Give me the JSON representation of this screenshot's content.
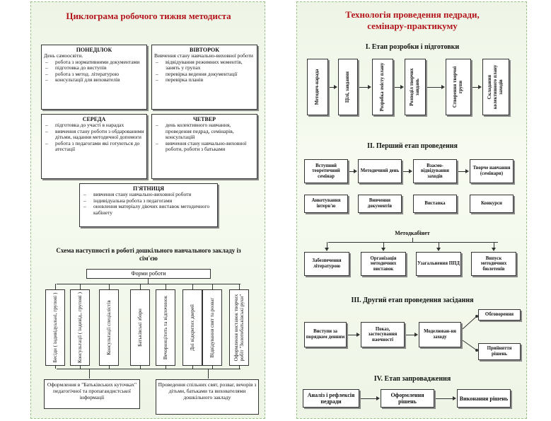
{
  "left": {
    "title": "Циклограма робочого тижня методиста",
    "days": {
      "mon": {
        "title": "ПОНЕДІЛОК",
        "lead": "День самоосвіти.",
        "items": [
          "робота з нормативними документами",
          "підготовка до виступів",
          "робота з метод. літературою",
          "консультації для вихователів"
        ]
      },
      "tue": {
        "title": "ВІВТОРОК",
        "lead": "Вивчення стану навчально-виховної роботи",
        "items": [
          "відвідування режимних моментів, занять у групах",
          "перевірка ведення документації",
          "перевірка планів"
        ]
      },
      "wed": {
        "title": "СЕРЕДА",
        "lead": "",
        "items": [
          "підготовка до участі в нарадах",
          "вивчення стану роботи з обдарованими дітьми, надання методичної допомоги",
          "робота з педагогами які готуються до атестації"
        ]
      },
      "thu": {
        "title": "ЧЕТВЕР",
        "lead": "",
        "items": [
          "день колективного навчання, проведення педрад, семінарів, консультацій",
          "вивчення стану навчально-виховної роботи, роботи з батьками"
        ]
      },
      "fri": {
        "title": "П'ЯТНИЦЯ",
        "items": [
          "вивчення стану навчально-виховної роботи",
          "індивідуальна робота з педагогами",
          "оновлення матеріалу діючих виставок методичного кабінету"
        ]
      }
    },
    "scheme_title": "Схема наступності в роботі дошкільного навчального закладу із сім'єю",
    "forms_label": "Форми роботи",
    "forms": [
      "Бесіди ( індивідуальні, групові )",
      "Консультації ( індивід., групові )",
      "Консультації спеціалістів",
      "Батьківські збори",
      "Вечорницітить та відпочинок",
      "Дні відкритих дверей",
      "Відвідування свят та розваг",
      "Оформлення виставок творчих робіт \"Золотобатьківські руки\""
    ],
    "bottom_left": "Оформлення в \"Батьківських куточках\" педагогічної та пропагандистської інформації",
    "bottom_right": "Проведення спільних свят, розваг, вечорів з дітьми, батьками та вихователями дошкільного закладу"
  },
  "right": {
    "title": "Технологія проведення педради, семінару-практикуму",
    "stage1": {
      "title": "I. Етап розробки і підготовки",
      "steps": [
        "Методич-нарада",
        "Цілі, завдання",
        "Розробка змісту плану",
        "Розподіл творчих завдань",
        "Створення творчої групи",
        "Складання колективного плану заходів"
      ]
    },
    "stage2": {
      "title": "II. Перший етап проведення",
      "row1": [
        "Вступний теоретичний семінар",
        "Методичний день",
        "Взаємо-відвідування заходів",
        "Творче навчання (семінари)"
      ],
      "row2": [
        "Анкетування інтерв'ю",
        "Вивчення документів",
        "Виставка",
        "Конкурси"
      ],
      "cabinet": "Методкабінет",
      "row3": [
        "Забезпечення літературою",
        "Організація методичних виставок",
        "Узагальнення ППД",
        "Випуск методичних бюлетенів"
      ]
    },
    "stage3": {
      "title": "III. Другий етап проведення засідання",
      "steps": [
        "Виступи за порядком денним",
        "Показ, застосування наочності",
        "Моделюван-ня заходу"
      ],
      "outcomes": [
        "Обговорення",
        "Прийняття рішень"
      ]
    },
    "stage4": {
      "title": "IV. Етап запровадження",
      "steps": [
        "Аналіз і рефлексія педради",
        "Оформлення рішень",
        "Виконання рішень"
      ]
    }
  },
  "colors": {
    "title_red": "#b3151b",
    "panel_border": "#9cc08a"
  }
}
